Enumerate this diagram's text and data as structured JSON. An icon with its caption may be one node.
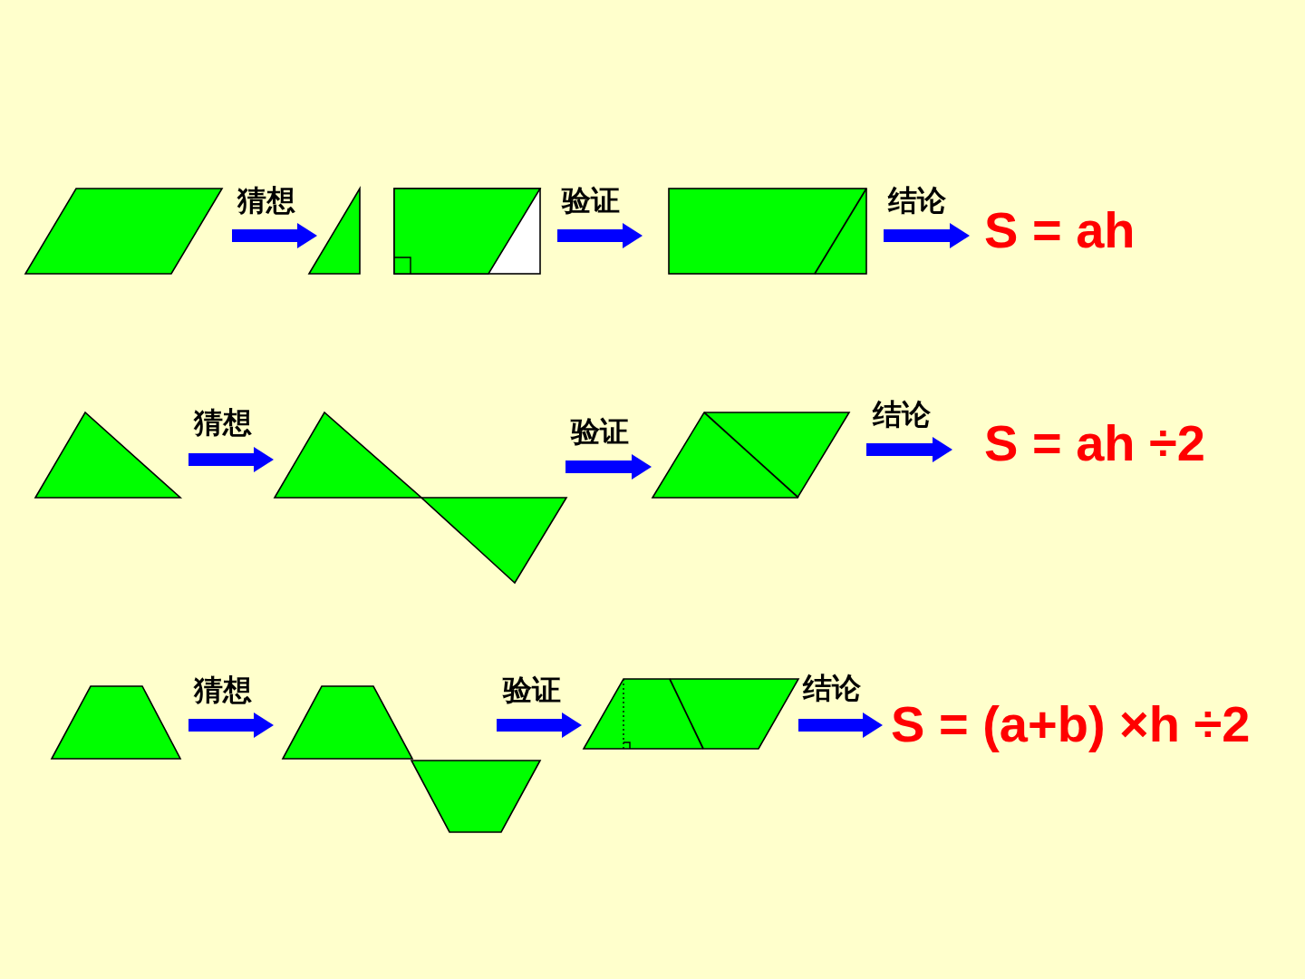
{
  "diagram": {
    "nodes": [
      {
        "text": [],
        "shape": "parallelogram"
      },
      {
        "text": [],
        "shape": "triangle"
      },
      {
        "text": [],
        "shape": "rectangle"
      },
      {
        "text": [],
        "shape": "rectangle"
      },
      {
        "text": [
          "S = ah"
        ]
      },
      {
        "text": [],
        "shape": "triangle"
      },
      {
        "text": [],
        "shape": "triangles"
      },
      {
        "text": [],
        "shape": "parallelogram"
      },
      {
        "text": [
          "S = ah ÷2"
        ]
      },
      {
        "text": [],
        "shape": "trapezoid"
      },
      {
        "text": [],
        "shape": "trapezoids"
      },
      {
        "text": [],
        "shape": "parallelogram"
      },
      {
        "text": [
          "S = (a+b) ×h ÷2"
        ]
      }
    ],
    "edges": [
      {
        "from": 0,
        "to": 1,
        "arrow": "to",
        "label": "猜想"
      },
      {
        "from": 2,
        "to": 3,
        "arrow": "to",
        "label": "验证"
      },
      {
        "from": 3,
        "to": 4,
        "arrow": "to",
        "label": "结论"
      },
      {
        "from": 5,
        "to": 6,
        "arrow": "to",
        "label": "猜想"
      },
      {
        "from": 6,
        "to": 7,
        "arrow": "to",
        "label": "验证"
      },
      {
        "from": 7,
        "to": 8,
        "arrow": "to",
        "label": "结论"
      },
      {
        "from": 9,
        "to": 10,
        "arrow": "to",
        "label": "猜想"
      },
      {
        "from": 10,
        "to": 11,
        "arrow": "to",
        "label": "验证"
      },
      {
        "from": 11,
        "to": 12,
        "arrow": "to",
        "label": "结论"
      }
    ]
  }
}
